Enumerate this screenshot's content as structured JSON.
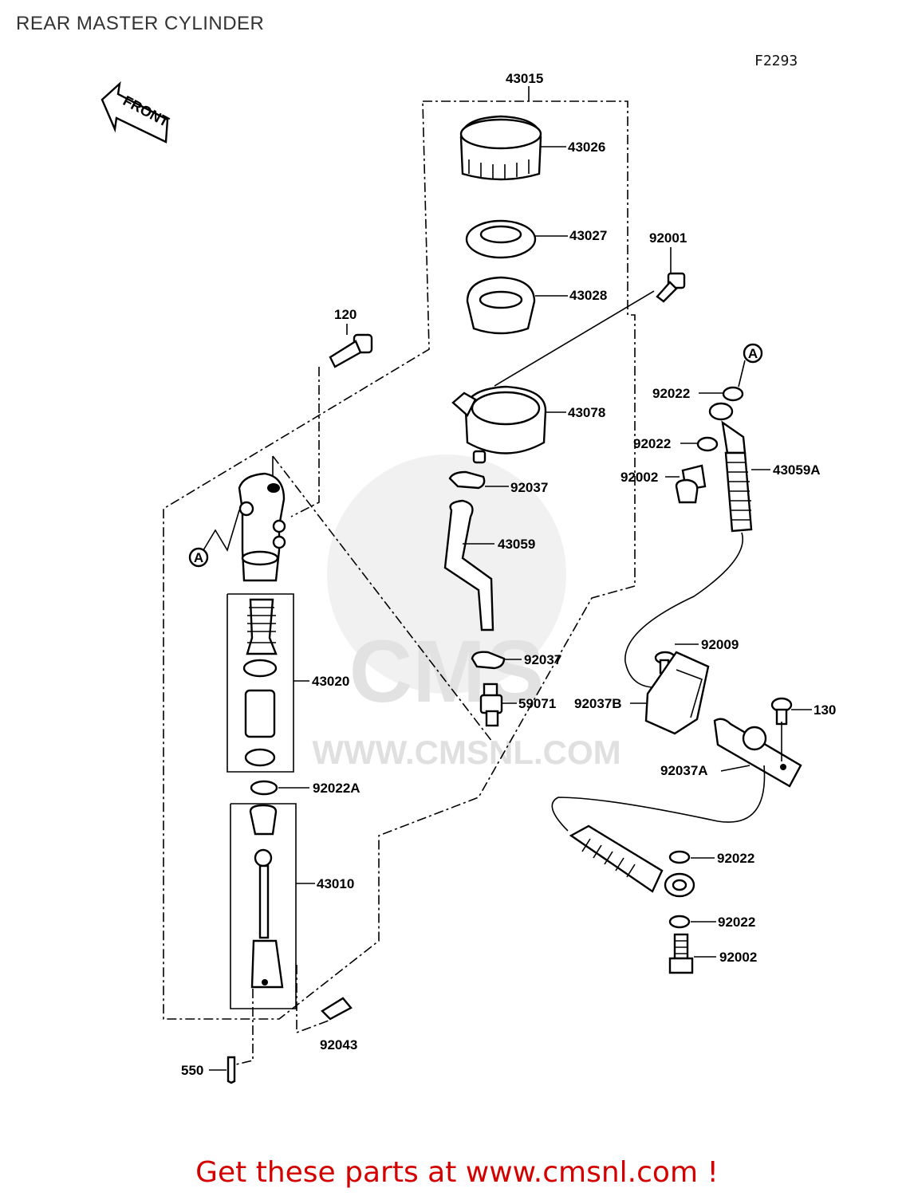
{
  "title": "REAR MASTER CYLINDER",
  "figure_code": "F2293",
  "front_arrow_label": "FRONT",
  "ref_mark": "A",
  "watermark_text": "WWW.CMSNL.COM",
  "watermark_logo_text": "CMS",
  "footer": "Get these parts at www.cmsnl.com !",
  "colors": {
    "footer": "#d40000",
    "watermark": "#e4e4e4",
    "lines": "#000000"
  },
  "parts": {
    "p43015": "43015",
    "p43026": "43026",
    "p43027": "43027",
    "p43028": "43028",
    "p92001": "92001",
    "p120": "120",
    "p43078": "43078",
    "p92022_a": "92022",
    "p92022_b": "92022",
    "p92002_a": "92002",
    "p43059A": "43059A",
    "p92037_a": "92037",
    "p43059": "43059",
    "p43020": "43020",
    "p92009": "92009",
    "p92037_b": "92037",
    "p59071": "59071",
    "p92037B": "92037B",
    "p130": "130",
    "p92037A": "92037A",
    "p92022A": "92022A",
    "p92022_c": "92022",
    "p43010": "43010",
    "p92022_d": "92022",
    "p92002_b": "92002",
    "p92043": "92043",
    "p550": "550"
  }
}
